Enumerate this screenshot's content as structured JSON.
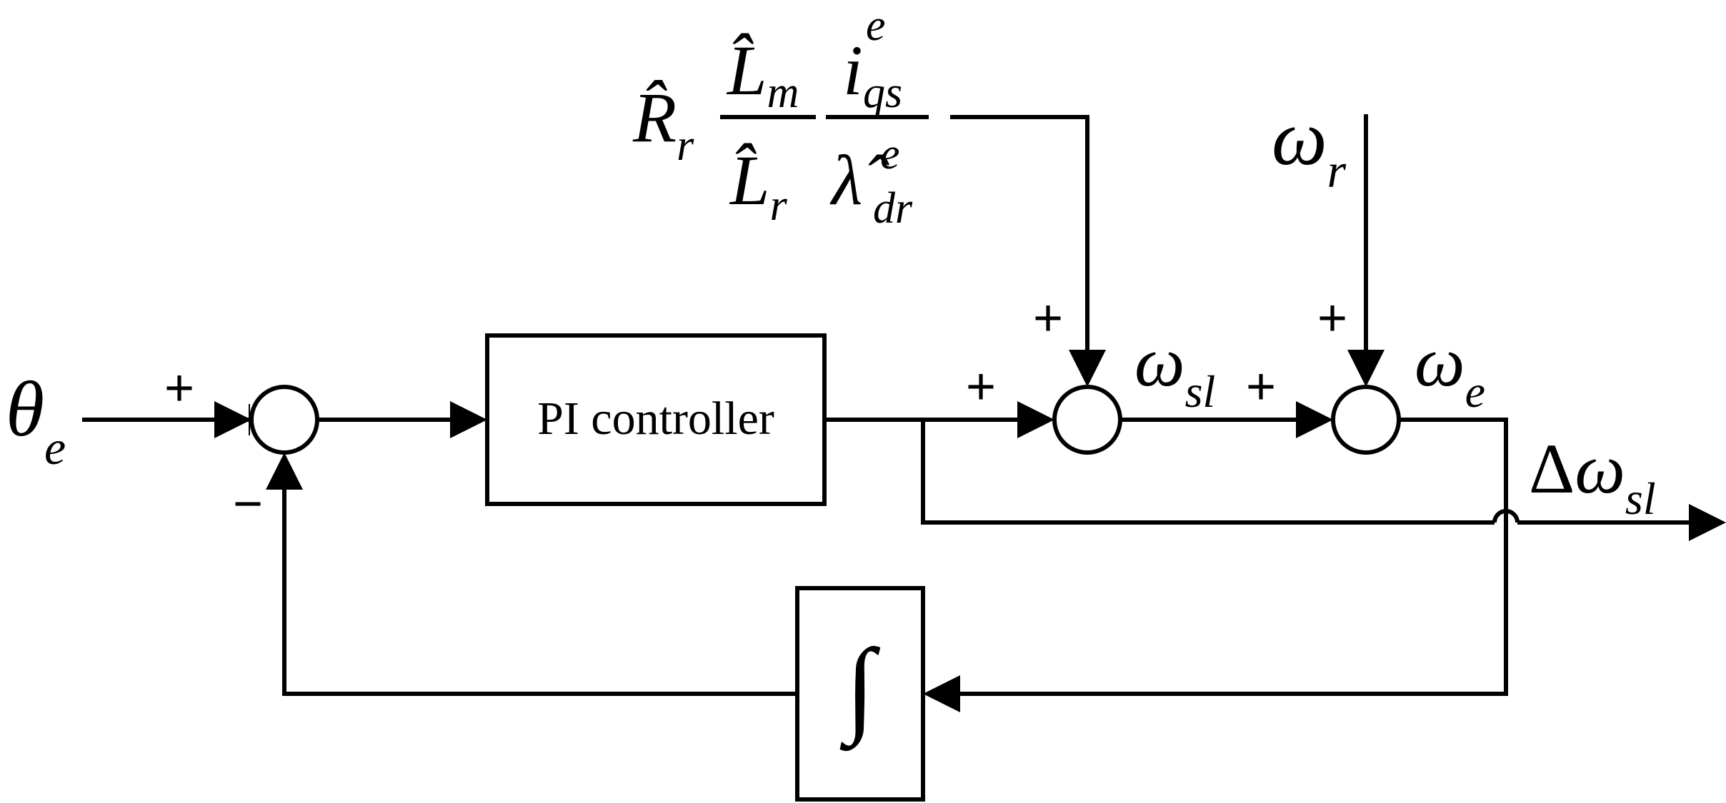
{
  "diagram": {
    "input": {
      "main": "θ",
      "sub": "e"
    },
    "pi_block": "PI controller",
    "integrator": "∫",
    "feedforward": {
      "r_hat": "R̂",
      "r_sub": "r",
      "lm_hat": "L̂",
      "lm_sub": "m",
      "lr_hat": "L̂",
      "lr_sub": "r",
      "i_main": "i",
      "i_sup": "e",
      "i_sub": "qs",
      "lambda_hat": "λ̂",
      "lambda_sup": "e",
      "lambda_sub": "dr"
    },
    "omega_r": {
      "main": "ω",
      "sub": "r"
    },
    "omega_sl": {
      "main": "ω",
      "sub": "sl"
    },
    "omega_e": {
      "main": "ω",
      "sub": "e"
    },
    "output": {
      "delta": "Δ",
      "main": "ω",
      "sub": "sl"
    },
    "signs": {
      "sum1_in": "+",
      "sum1_fb": "−",
      "sum2_in": "+",
      "sum2_ff": "+",
      "sum3_in": "+",
      "sum3_wr": "+"
    }
  }
}
